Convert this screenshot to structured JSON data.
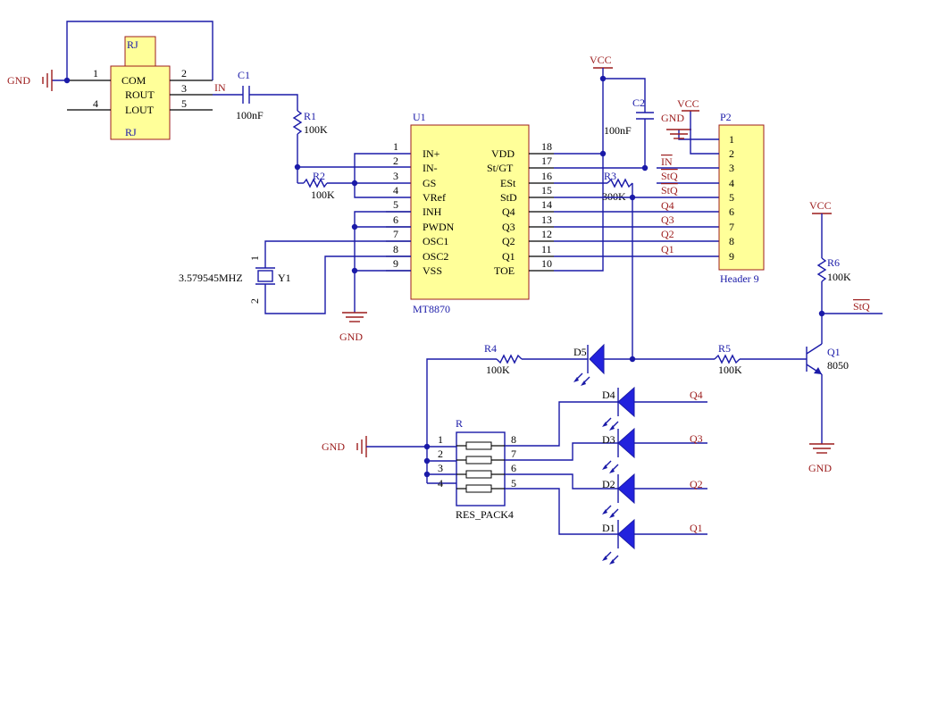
{
  "colors": {
    "wire": "#1a1aa8",
    "net": "#9c1c1c",
    "chip": "#ffff99",
    "led": "#2222dd"
  },
  "power": {
    "gnd": "GND",
    "vcc": "VCC"
  },
  "rj": {
    "designator": "RJ",
    "designator_bottom": "RJ",
    "pins_left": [
      "COM",
      "ROUT",
      "LOUT"
    ],
    "pin_nums": [
      "1",
      "2",
      "3",
      "4",
      "5"
    ]
  },
  "c1": {
    "ref": "C1",
    "value": "100nF",
    "net_in": "IN"
  },
  "r1": {
    "ref": "R1",
    "value": "100K"
  },
  "r2": {
    "ref": "R2",
    "value": "100K"
  },
  "r3": {
    "ref": "R3",
    "value": "300K"
  },
  "c2": {
    "ref": "C2",
    "value": "100nF"
  },
  "y1": {
    "ref": "Y1",
    "value": "3.579545MHZ",
    "pin1": "1",
    "pin2": "2"
  },
  "u1": {
    "ref": "U1",
    "part": "MT8870",
    "left_pins": [
      {
        "num": "1",
        "name": "IN+"
      },
      {
        "num": "2",
        "name": "IN-"
      },
      {
        "num": "3",
        "name": "GS"
      },
      {
        "num": "4",
        "name": "VRef"
      },
      {
        "num": "5",
        "name": "INH"
      },
      {
        "num": "6",
        "name": "PWDN"
      },
      {
        "num": "7",
        "name": "OSC1"
      },
      {
        "num": "8",
        "name": "OSC2"
      },
      {
        "num": "9",
        "name": "VSS"
      }
    ],
    "right_pins": [
      {
        "num": "18",
        "name": "VDD"
      },
      {
        "num": "17",
        "name": "St/GT"
      },
      {
        "num": "16",
        "name": "ESt"
      },
      {
        "num": "15",
        "name": "StD"
      },
      {
        "num": "14",
        "name": "Q4"
      },
      {
        "num": "13",
        "name": "Q3"
      },
      {
        "num": "12",
        "name": "Q2"
      },
      {
        "num": "11",
        "name": "Q1"
      },
      {
        "num": "10",
        "name": "TOE"
      }
    ]
  },
  "p2": {
    "ref": "P2",
    "part": "Header 9",
    "pins": [
      "1",
      "2",
      "3",
      "4",
      "5",
      "6",
      "7",
      "8",
      "9"
    ],
    "nets": [
      "IN",
      "StQ",
      "StQ",
      "Q4",
      "Q3",
      "Q2",
      "Q1"
    ]
  },
  "q1": {
    "ref": "Q1",
    "part": "8050"
  },
  "r4": {
    "ref": "R4",
    "value": "100K"
  },
  "r5": {
    "ref": "R5",
    "value": "100K"
  },
  "r6": {
    "ref": "R6",
    "value": "100K"
  },
  "stq_net": "StQ",
  "leds": {
    "d5": "D5",
    "d4": "D4",
    "d3": "D3",
    "d2": "D2",
    "d1": "D1"
  },
  "respack": {
    "ref": "R",
    "part": "RES_PACK4",
    "left_nums": [
      "1",
      "2",
      "3",
      "4"
    ],
    "right_nums": [
      "8",
      "7",
      "6",
      "5"
    ]
  },
  "q_nets": [
    "Q4",
    "Q3",
    "Q2",
    "Q1"
  ]
}
